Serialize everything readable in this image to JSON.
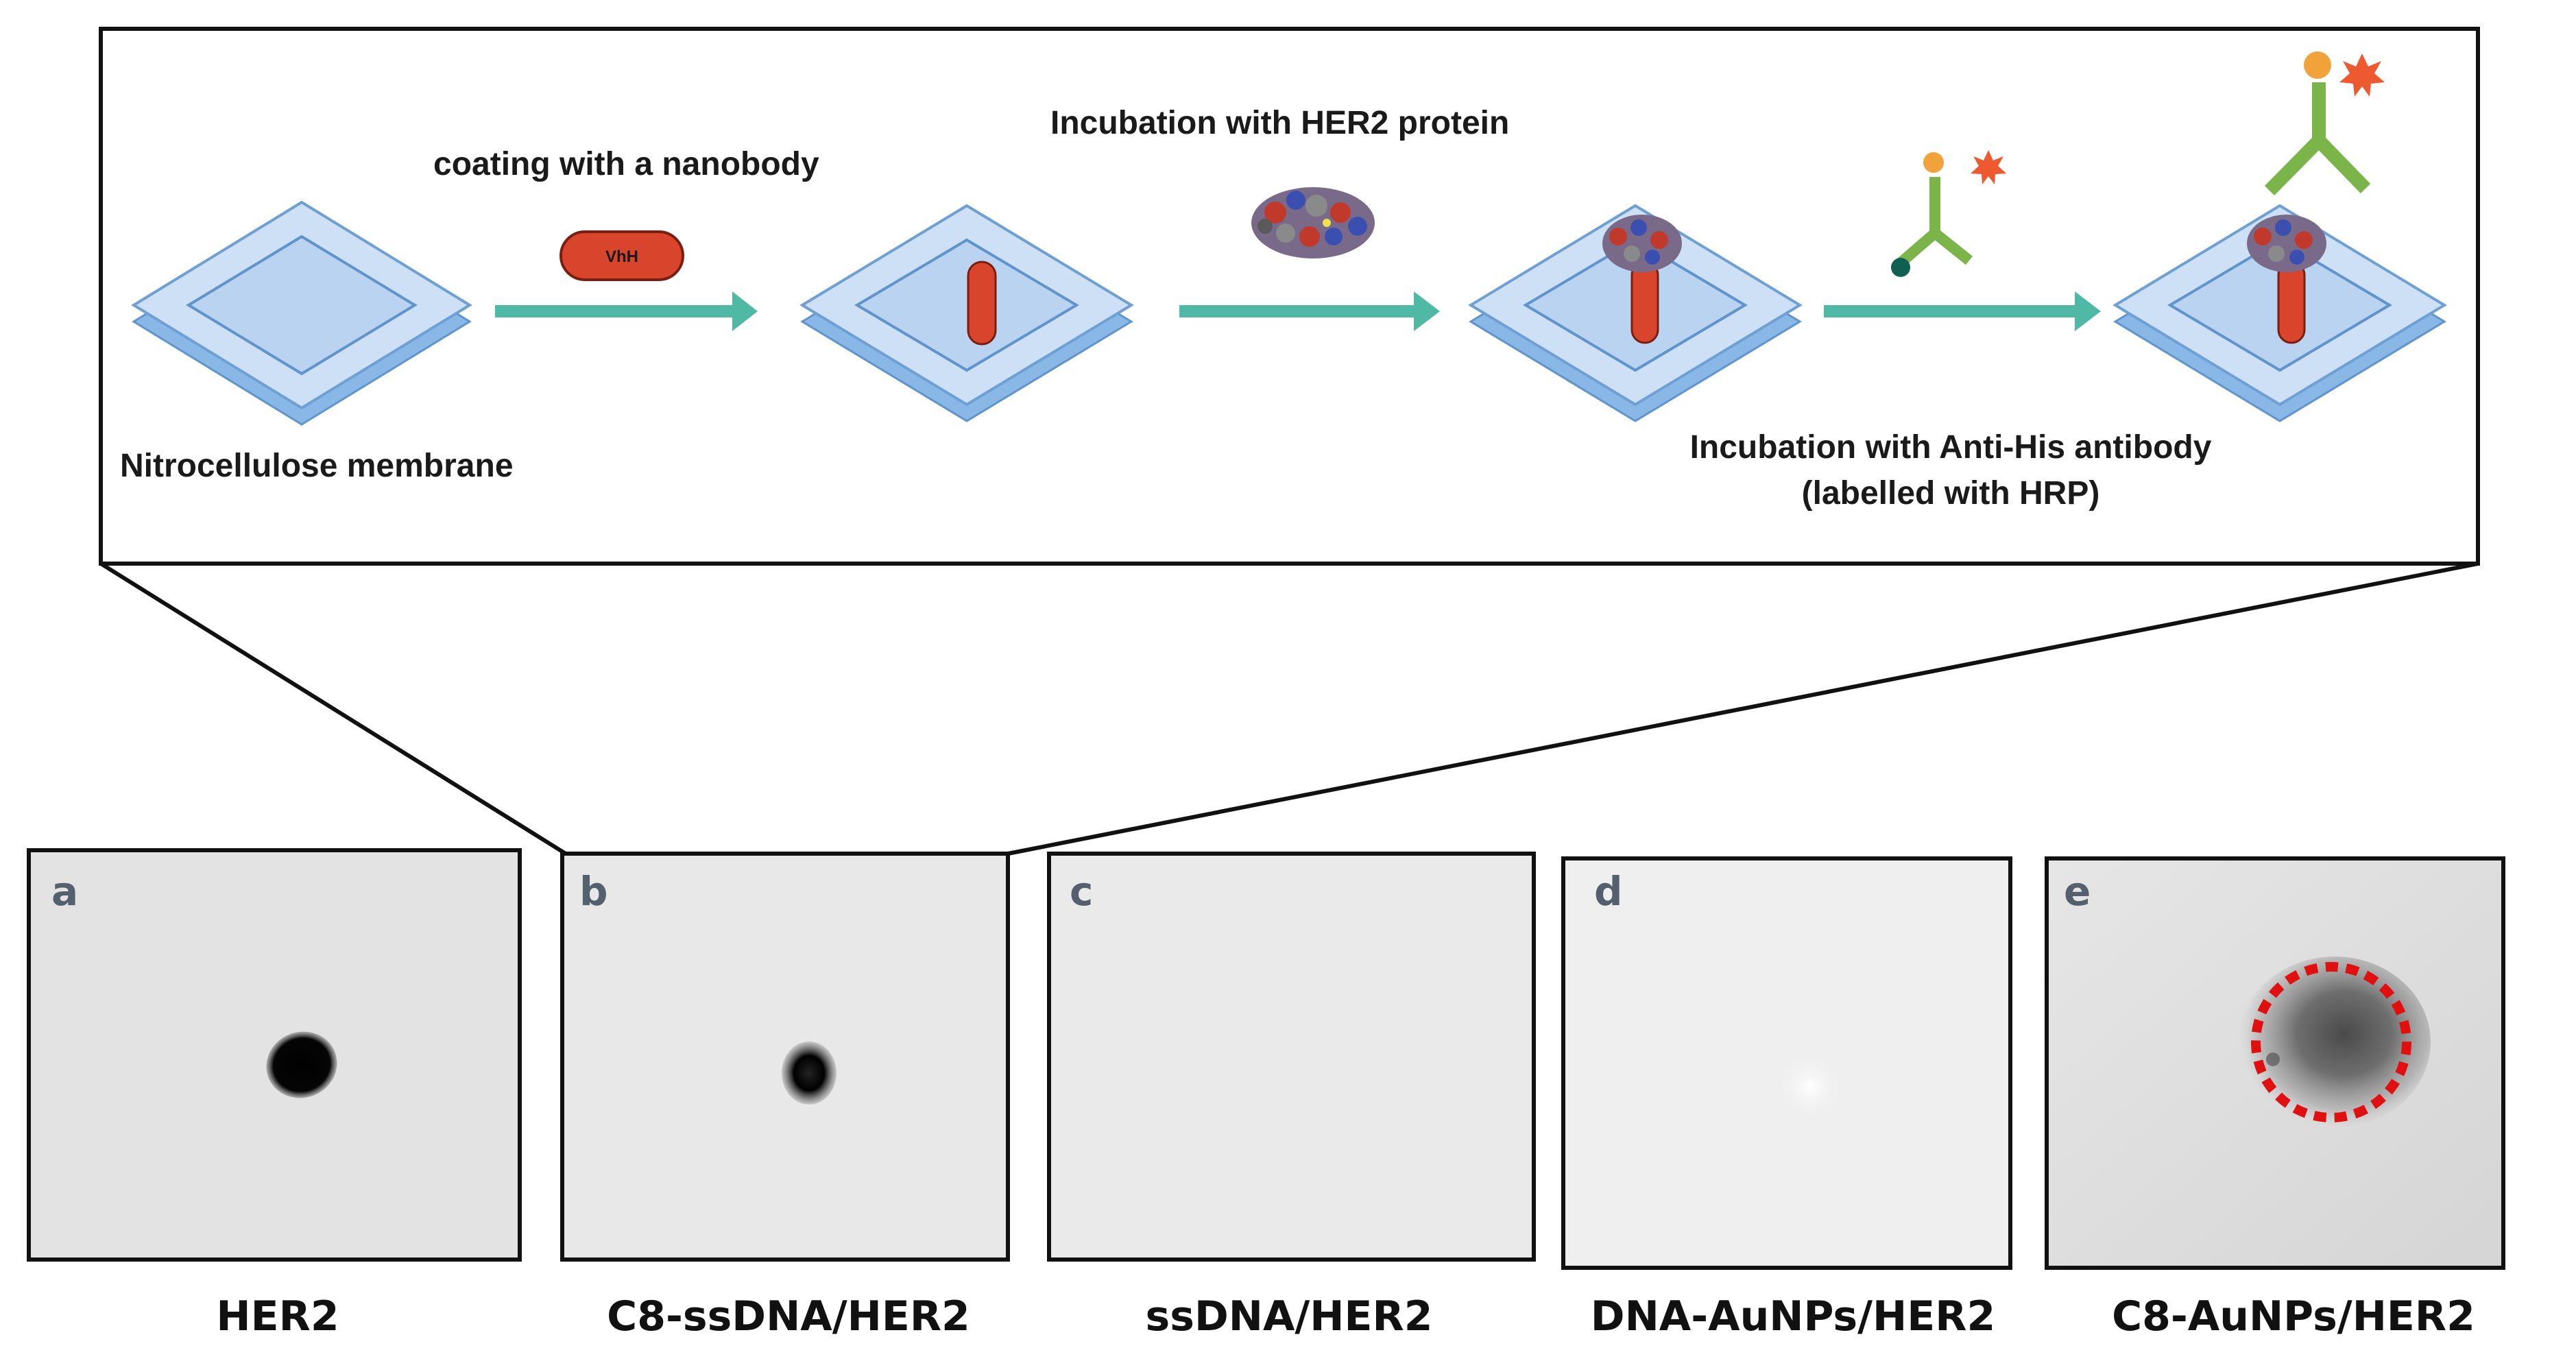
{
  "steps": {
    "membrane_label": "Nitrocellulose membrane",
    "coating_label": "coating with a nanobody",
    "vhh_label": "VhH",
    "her2_incubation_label": "Incubation with HER2 protein",
    "antibody_incubation_line1": "Incubation with Anti-His antibody",
    "antibody_incubation_line2": "(labelled with HRP)"
  },
  "panels": [
    {
      "letter": "a",
      "caption": "HER2"
    },
    {
      "letter": "b",
      "caption": "C8-ssDNA/HER2"
    },
    {
      "letter": "c",
      "caption": "ssDNA/HER2"
    },
    {
      "letter": "d",
      "caption": "DNA-AuNPs/HER2"
    },
    {
      "letter": "e",
      "caption": "C8-AuNPs/HER2"
    }
  ],
  "colors": {
    "arrow": "#4fb9a6",
    "membrane": "#bcd7f2",
    "nanobody": "#d9452c",
    "antibody": "#7bb54a",
    "hrp": "#ee5a30",
    "highlight_circle": "#e01010"
  }
}
